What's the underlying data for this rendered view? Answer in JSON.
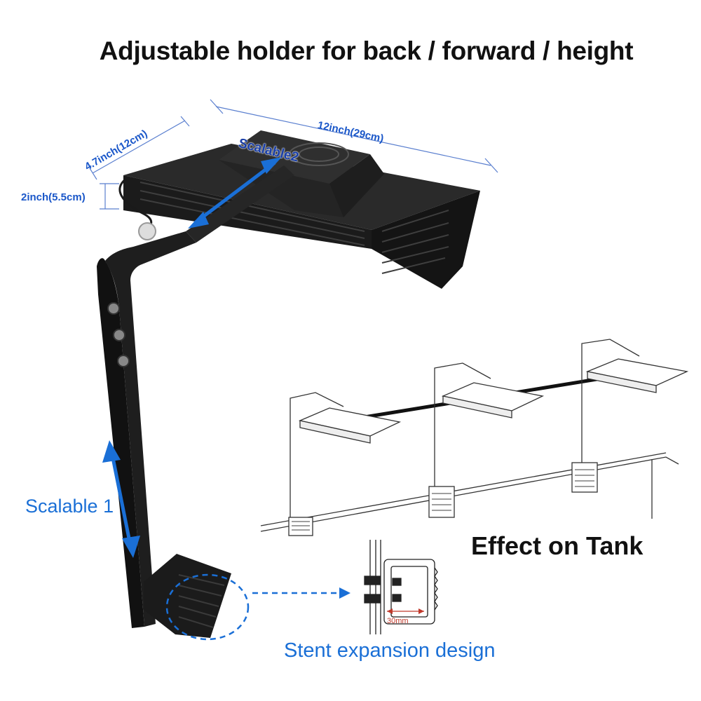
{
  "title": "Adjustable holder for back / forward / height",
  "dimensions": {
    "length": "12inch(29cm)",
    "width": "4.7inch(12cm)",
    "height": "2inch(5.5cm)"
  },
  "labels": {
    "scalable2": "Scalable2",
    "scalable1": "Scalable 1",
    "effect_on_tank": "Effect on Tank",
    "stent_design": "Stent expansion design",
    "clamp_width": "30mm"
  },
  "colors": {
    "accent_blue": "#1a6fd6",
    "dimension_blue": "#1a57c9",
    "fixture_black": "#1b1b1b"
  }
}
